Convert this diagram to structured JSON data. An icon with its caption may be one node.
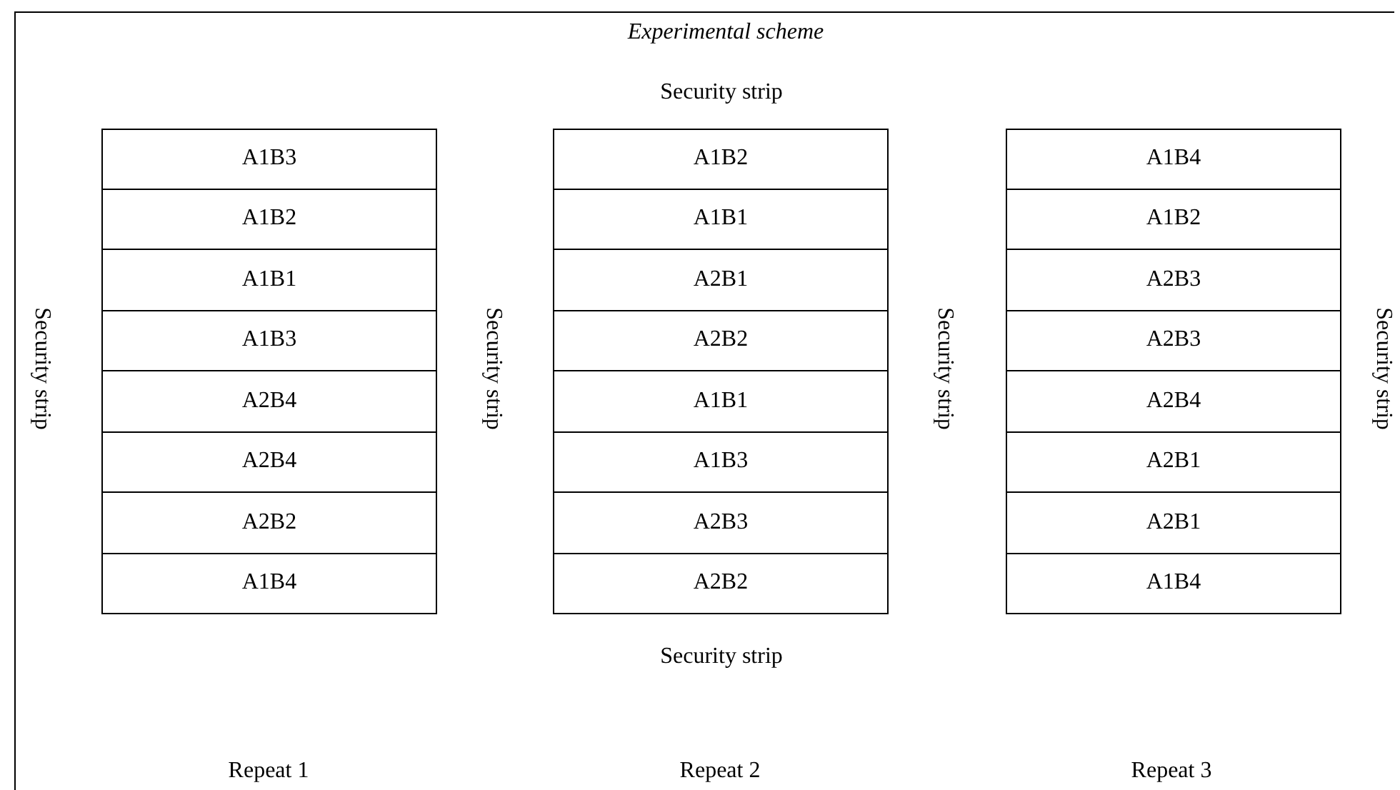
{
  "diagram": {
    "title": "Experimental scheme",
    "nodes": [
      {
        "text": [
          "A1B3"
        ]
      },
      {
        "text": [
          "A1B2"
        ]
      },
      {
        "text": [
          "A1B1"
        ]
      },
      {
        "text": [
          "A1B3"
        ]
      },
      {
        "text": [
          "A2B4"
        ]
      },
      {
        "text": [
          "A2B4"
        ]
      },
      {
        "text": [
          "A2B2"
        ]
      },
      {
        "text": [
          "A1B4"
        ]
      },
      {
        "text": [
          "A1B2"
        ]
      },
      {
        "text": [
          "A1B1"
        ]
      },
      {
        "text": [
          "A2B1"
        ]
      },
      {
        "text": [
          "A2B2"
        ]
      },
      {
        "text": [
          "A1B1"
        ]
      },
      {
        "text": [
          "A1B3"
        ]
      },
      {
        "text": [
          "A2B3"
        ]
      },
      {
        "text": [
          "A2B2"
        ]
      },
      {
        "text": [
          "A1B4"
        ]
      },
      {
        "text": [
          "A1B2"
        ]
      },
      {
        "text": [
          "A2B3"
        ]
      },
      {
        "text": [
          "A2B3"
        ]
      },
      {
        "text": [
          "A2B4"
        ]
      },
      {
        "text": [
          "A2B1"
        ]
      },
      {
        "text": [
          "A2B1"
        ]
      },
      {
        "text": [
          "A1B4"
        ]
      }
    ],
    "labels": [
      "Security strip",
      "Security strip",
      "Security strip",
      "Security strip",
      "Security strip",
      "Security strip",
      "Repeat 1",
      "Repeat 2",
      "Repeat 3"
    ]
  }
}
